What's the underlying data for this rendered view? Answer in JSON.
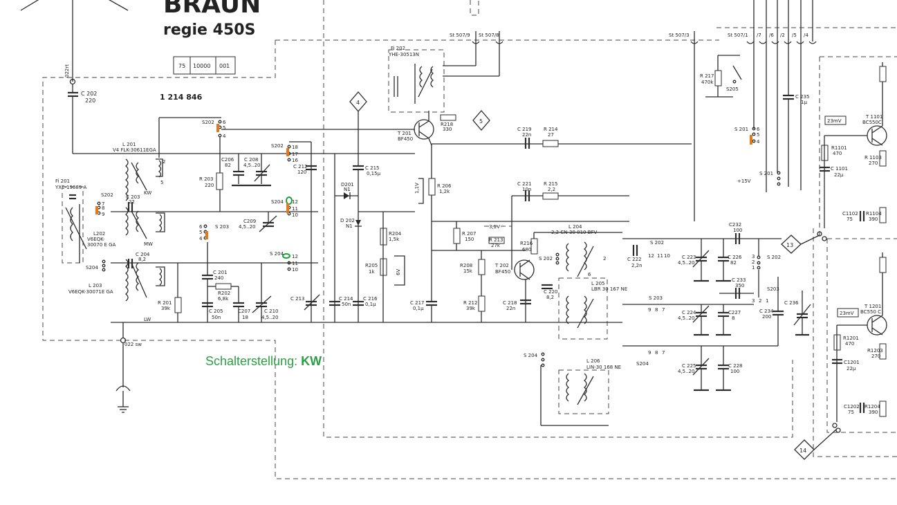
{
  "title": {
    "brand": "BRAUN",
    "model": "regie 450S"
  },
  "code_box": [
    "75",
    "10000",
    "001"
  ],
  "part_number": "1 214 846",
  "caption": {
    "prefix": "Schalterstellung:",
    "position": "KW"
  },
  "nodes": {
    "n4": "4",
    "n5": "5",
    "n13": "13",
    "n14": "14"
  },
  "switch_bus_labels": [
    "St 507/9",
    "St 507/8",
    "St 507/3",
    "St 507/1",
    "/7",
    "/6",
    "/2",
    "/5",
    "/4"
  ],
  "terminals": {
    "t022rt": "022rt",
    "t022sw": "022 sw"
  },
  "level_labels": [
    "23mV",
    "23mV"
  ],
  "supply_labels": [
    "+15V",
    "3,1V",
    "1,1V",
    "6V"
  ],
  "components": {
    "C202": [
      "C 202",
      "220"
    ],
    "F201": [
      "Fi 201",
      "YXE-19689 A"
    ],
    "L201": [
      "L 201",
      "V4 FLK-30611EGA"
    ],
    "L202": [
      "L202",
      "V6EQK-",
      "30070 E GA"
    ],
    "L203": [
      "L 203",
      "V6EQK-30071E GA"
    ],
    "C203": [
      "C 203",
      "22"
    ],
    "C204": [
      "C 204",
      "8,2"
    ],
    "C205": [
      "C 205",
      "50n"
    ],
    "C206": [
      "C206",
      "82"
    ],
    "C207": [
      "C207",
      "18"
    ],
    "C208": [
      "C 208",
      "4,5..20"
    ],
    "C209": [
      "C209",
      "4,5..20"
    ],
    "C210": [
      "C 210",
      "4,5..20"
    ],
    "C201": [
      "C 201",
      "240"
    ],
    "C212": [
      "C 212",
      "120"
    ],
    "C213": [
      "C 213"
    ],
    "C214": [
      "C 214",
      "50n"
    ],
    "C215": [
      "C 215",
      "0,15µ"
    ],
    "C216": [
      "C 216",
      "0,1µ"
    ],
    "C217": [
      "C 217",
      "0,1µ"
    ],
    "C218": [
      "C 218",
      "22n"
    ],
    "C219": [
      "C 219",
      "22n"
    ],
    "C220": [
      "C 220",
      "8,2"
    ],
    "C221": [
      "C 221",
      "10n"
    ],
    "C222": [
      "C 222",
      "2,2n"
    ],
    "C223": [
      "C 223",
      "4,5..20"
    ],
    "C224": [
      "C 224",
      "4,5..20"
    ],
    "C225": [
      "C 225",
      "4,5..20"
    ],
    "C226": [
      "C 226",
      "82"
    ],
    "C227": [
      "C227",
      "8"
    ],
    "C228": [
      "C 228",
      "100"
    ],
    "C232": [
      "C232",
      "100"
    ],
    "C233": [
      "C 233",
      "350"
    ],
    "C234": [
      "C 234",
      "200"
    ],
    "C235": [
      "C 235",
      "1µ"
    ],
    "C236": [
      "C 236"
    ],
    "R201": [
      "R 201",
      "39k"
    ],
    "R202": [
      "R202",
      "6,8k"
    ],
    "R203": [
      "R 203",
      "220"
    ],
    "R204": [
      "R204",
      "1,5k"
    ],
    "R205": [
      "R205",
      "1k"
    ],
    "R206": [
      "R 206",
      "1,2k"
    ],
    "R207": [
      "R 207",
      "150"
    ],
    "R208": [
      "R208",
      "15k"
    ],
    "R212": [
      "R 212",
      "39k"
    ],
    "R213": [
      "R 213",
      "27k"
    ],
    "R214": [
      "R 214",
      "27"
    ],
    "R215": [
      "R 215",
      "2,2"
    ],
    "R216": [
      "R216",
      "680"
    ],
    "R217": [
      "R 217",
      "470k"
    ],
    "R218": [
      "R218",
      "330"
    ],
    "T201": [
      "T 201",
      "BF450"
    ],
    "T202": [
      "T 202",
      "BF450"
    ],
    "D201": [
      "D201",
      "N1"
    ],
    "D202": [
      "D 202",
      "N1"
    ],
    "F202": [
      "Fi 202",
      "YHE-30513N"
    ],
    "L204": [
      "L 204",
      "2,2 CN-30 010 BFV"
    ],
    "L205": [
      "L 205",
      "LBR 30 167 NE"
    ],
    "L206": [
      "L 206",
      "LIN-30 168 NE"
    ],
    "T1101": [
      "T 1101",
      "BC550C"
    ],
    "T1201": [
      "T 1201",
      "BC550 C"
    ],
    "R1101": [
      "R1101",
      "470"
    ],
    "R1103": [
      "R 1103",
      "270"
    ],
    "R1104": [
      "R1104",
      "390"
    ],
    "C1101": [
      "C 1101",
      "22µ"
    ],
    "C1102": [
      "C1102",
      "75"
    ],
    "R1201": [
      "R1201",
      "470"
    ],
    "R1203": [
      "R1203",
      "270"
    ],
    "R1204": [
      "R1204",
      "390"
    ],
    "C1201": [
      "C1201",
      "22µ"
    ],
    "C1202": [
      "C1202",
      "75"
    ]
  },
  "switch_labels": {
    "S201a": "S 201",
    "S201b": "S 201",
    "S202a": "S202",
    "S202b": "S202",
    "S202c": "S 202",
    "S202d": "S202",
    "S202e": "S 202",
    "S202f": "S 202",
    "S203a": "S 203",
    "S203b": "S 203",
    "S203c": "S203",
    "S204a": "S204",
    "S204b": "S 204",
    "S204c": "S 204",
    "S204d": "S204",
    "S205": "S205"
  },
  "band_labels": [
    "KW",
    "MW",
    "LW"
  ],
  "colors": {
    "selected_contact": "#e07a1f",
    "caption_green": "#2aa043"
  }
}
